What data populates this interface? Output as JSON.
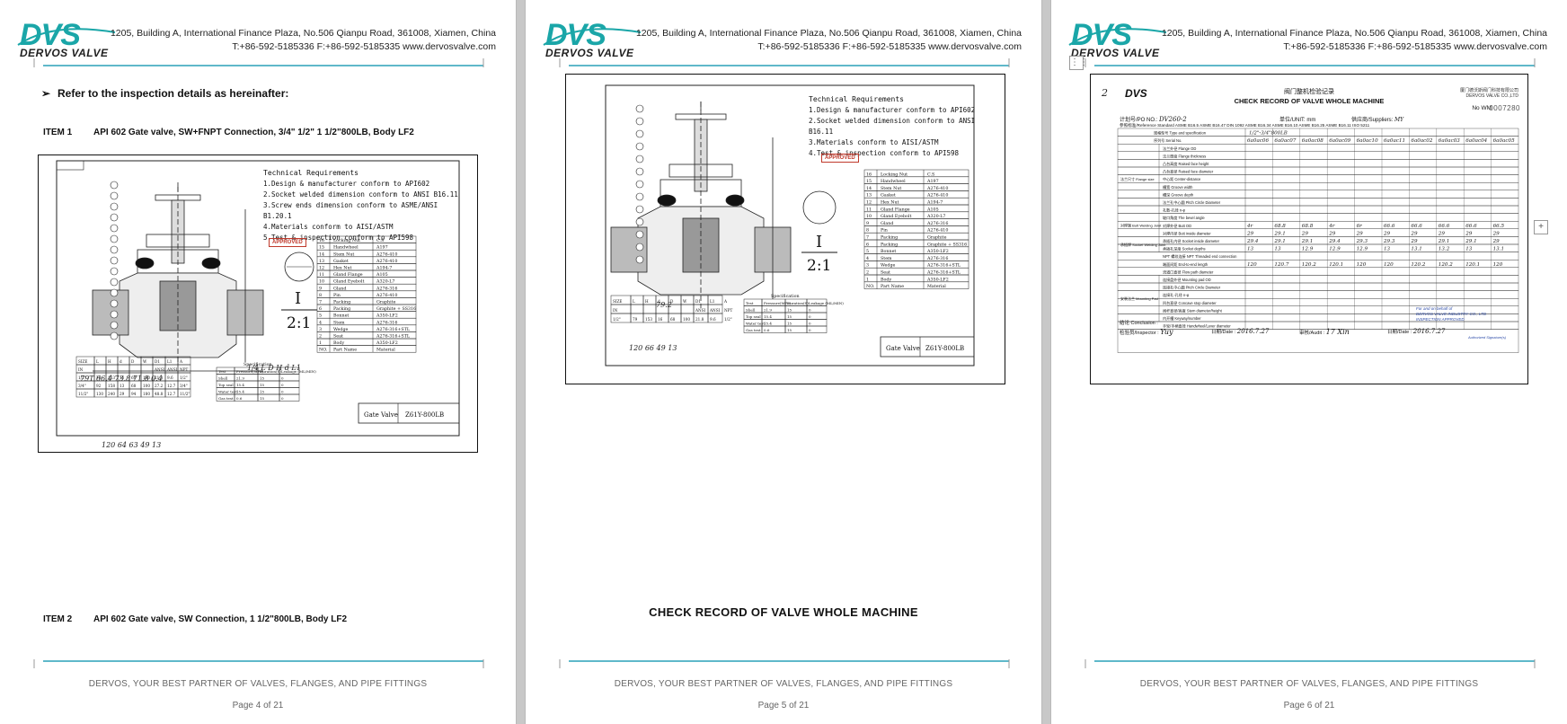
{
  "header": {
    "brand": "DVS",
    "brand_sub": "DERVOS VALVE",
    "address": "1205, Building A, International Finance Plaza, No.506 Qianpu Road, 361008, Xiamen, China",
    "contact": "T:+86-592-5185336   F:+86-592-5185335   www.dervosvalve.com"
  },
  "footer": {
    "slogan": "DERVOS, YOUR BEST PARTNER OF VALVES, FLANGES, AND PIPE FITTINGS"
  },
  "pages": [
    {
      "page_label": "Page 4 of 21",
      "intro": "Refer to the inspection details as hereinafter:",
      "item1_num": "ITEM 1",
      "item1_text": "API 602 Gate valve, SW+FNPT   Connection, 3/4\" 1/2\" 1 1/2\"800LB, Body LF2",
      "item2_num": "ITEM 2",
      "item2_text": "API 602 Gate valve, SW Connection, 1 1/2\"800LB, Body LF2"
    },
    {
      "page_label": "Page 5 of 21",
      "section_title": "CHECK RECORD OF VALVE WHOLE MACHINE"
    },
    {
      "page_label": "Page 6 of 21"
    }
  ],
  "drawing1": {
    "req_title": "Technical Requirements",
    "reqs": [
      "1.Design & manufacturer conform to API602",
      "2.Socket welded dimension conform to ANSI B16.11",
      "3.Screw ends dimension conform to ASME/ANSI B1.20.1",
      "4.Materials conform to AISI/ASTM",
      "5.Test & inspection conform to API598"
    ],
    "stamp": "APPROVED",
    "detail": "I",
    "scale": "2:1",
    "title_block": "Gate Valve",
    "title_code": "Z61Y-800LB",
    "hand_notes": [
      "79T  66.4  73.8   71.8  0.4",
      "1/4  L  D  H  d  L1",
      "120    64 63    49  13"
    ]
  },
  "drawing2": {
    "req_title": "Technical Requirements",
    "reqs": [
      "1.Design & manufacturer conform to API602",
      "2.Socket welded dimension conform to ANSI B16.11",
      "3.Materials conform to AISI/ASTM",
      "4.Test & inspection conform to API598"
    ],
    "stamp": "APPROVED",
    "detail": "I",
    "scale": "2:1",
    "title_block": "Gate Valve",
    "title_code": "Z61Y-800LB",
    "hand_notes": [
      "79.2",
      "120    66     49   13"
    ]
  },
  "parts_list": [
    [
      "16",
      "Locking Nut",
      "C.S"
    ],
    [
      "15",
      "Handwheel",
      "A197"
    ],
    [
      "14",
      "Stem Nut",
      "A276-410"
    ],
    [
      "13",
      "Gasket",
      "A276-410"
    ],
    [
      "12",
      "Hex Nut",
      "A194-7"
    ],
    [
      "11",
      "Gland Flange",
      "A105"
    ],
    [
      "10",
      "Gland Eyebolt",
      "A320-L7"
    ],
    [
      "9",
      "Gland",
      "A276-316"
    ],
    [
      "8",
      "Pin",
      "A276-410"
    ],
    [
      "7",
      "Packing",
      "Graphite"
    ],
    [
      "6",
      "Packing",
      "Graphite + SS316"
    ],
    [
      "5",
      "Bonnet",
      "A350-LF2"
    ],
    [
      "4",
      "Stem",
      "A276-316"
    ],
    [
      "3",
      "Wedge",
      "A276-316+STL"
    ],
    [
      "2",
      "Seat",
      "A276-316+STL"
    ],
    [
      "1",
      "Body",
      "A350-LF2"
    ],
    [
      "NO.",
      "Part Name",
      "Material"
    ]
  ],
  "spec_table": {
    "title": "Specification",
    "headers": [
      "Test",
      "Pressure(MPa)",
      "Duration(S)",
      "Leakage (ML/MIN)"
    ],
    "rows": [
      [
        "Shell",
        "21.9",
        "15",
        "0"
      ],
      [
        "Top seal",
        "15.4",
        "15",
        "0"
      ],
      [
        "Water test",
        "15.4",
        "15",
        "0"
      ],
      [
        "Gas test",
        "0.6",
        "15",
        "0"
      ]
    ]
  },
  "size_table": {
    "headers": [
      "SIZE",
      "L",
      "H",
      "d",
      "D",
      "W",
      "D1",
      "L1",
      "A"
    ],
    "sub": [
      "IN",
      "",
      "",
      "",
      "",
      "",
      "ANSI",
      "ANSI",
      "NPT"
    ],
    "rows": [
      [
        "1/2\"",
        "79",
        "153",
        "16",
        "68",
        "100",
        "21.8",
        "9.6",
        "1/2\""
      ],
      [
        "3/4\"",
        "92",
        "158",
        "13",
        "68",
        "100",
        "27.2",
        "12.7",
        "3/4\""
      ],
      [
        "11/2\"",
        "130",
        "240",
        "29",
        "94",
        "180",
        "48.8",
        "12.7",
        "11/2\""
      ]
    ]
  },
  "record": {
    "num_mark": "2",
    "cn_title": "阀门整机检验记录",
    "title": "CHECK RECORD OF VALVE WHOLE MACHINE",
    "company_cn": "厦门德沃斯阀门科技有限公司",
    "company_en": "DERVOS VALVE CO.,LTD",
    "no_label": "No WM",
    "no_value": "0007280",
    "po_label": "计划号/PO NO.:",
    "po_value": "DV260-2",
    "unit_label": "单位/UNIT: mm",
    "supplier_label": "供应商/Suppliers:",
    "supplier_value": "MY",
    "ref_label": "参照标准/Reference Standard",
    "ref_opts": "ASME B16.5   ASME B16.47   DIN 1092   ASME B16.34   ASME B16.10   ASME B16.25   ASME B16.11   ISO 5211",
    "type_label": "规格型号 Type and specification",
    "type_value": "1/2\"-3/4\"800LB",
    "serial_label": "序列号 Serial No.",
    "serials": [
      "6a0ac06",
      "6a0ac07",
      "6a0ac08",
      "6a0ac09",
      "6a0ac10",
      "6a0ac11",
      "6a0ac02",
      "6a0ac03",
      "6a0ac04",
      "6a0ac05"
    ],
    "group1": "法兰尺寸 Flange size",
    "group2": "对焊端 Butt Welding Joint",
    "group3": "承插焊 Socket Welding Joint",
    "group4": "安装法兰 Mounting Pad",
    "rows": [
      "法兰外径 Flange OD",
      "法兰厚度 Flange thickness",
      "凸台高度 Raised face height",
      "凸台直径 Raised face diameter",
      "中心距 Center-distance",
      "槽宽 Groove width",
      "槽深 Groove depth",
      "法兰孔中心圆 Pitch Circle Diameter",
      "孔数-孔径 n-φ",
      "坡口角度 The bevel angle",
      "对焊外径 Butt OD",
      "对焊内径 Butt inside diameter",
      "承插孔内径 Socket inside diameter",
      "承插孔深度 Socket depths",
      "NPT 螺纹连接 NPT Threaded end connection",
      "端面间距 End-to-end length",
      "流道口直径 Flow path diameter",
      "连接盘外径 Mounting pad OD",
      "连接孔中心圆 Pitch Circle Diameter",
      "连接孔-孔径 n-φ",
      "凹台直径 Concave stop diameter",
      "阀杆直径/高度 Stem diameter/height",
      "内开槽 Keyway/number",
      "手轮/手柄直径 Handwheel/Lever diameter"
    ],
    "vals_butt_od": [
      "4r",
      "68.8",
      "68.8",
      "4r",
      "6r",
      "66.6",
      "66.6",
      "66.6",
      "66.6",
      "66.5"
    ],
    "vals_butt_id": [
      "29",
      "29.1",
      "29",
      "29",
      "29",
      "29",
      "29",
      "29",
      "29",
      "29"
    ],
    "vals_sock_id": [
      "29.4",
      "29.1",
      "29.1",
      "29.4",
      "29.3",
      "29.3",
      "29",
      "29.1",
      "29.1",
      "29"
    ],
    "vals_sock_d": [
      "13",
      "13",
      "12.9",
      "12.9",
      "12.9",
      "13",
      "13.1",
      "13.2",
      "13",
      "13.1"
    ],
    "vals_end": [
      "120",
      "120.7",
      "120.2",
      "120.1",
      "120",
      "120",
      "120.2",
      "120.2",
      "120.1",
      "120"
    ],
    "conclusion_label": "结论 Conclusion :",
    "inspector_label": "检验员/Inspector :",
    "inspector_sig": "Yuy",
    "date_label": "日期/Date :",
    "date_value": "2016.7.27",
    "audit_label": "审核/Audit :",
    "audit_sig": "17 Xin",
    "date2_label": "日期/Date :",
    "date2_value": "2016.7.27",
    "stamp_lines": [
      "For and on behalf of",
      "DERVOS VALVE INDUSTRY CO., LTD",
      "INSPECTION APPROVED",
      "Authorized Signature(s)"
    ]
  },
  "side_buttons": {
    "left_icon": "⋮⋮",
    "right_icon": "+"
  }
}
